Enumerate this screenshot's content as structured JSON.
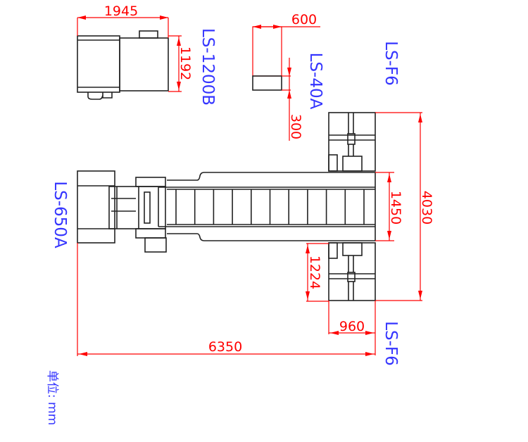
{
  "labels": {
    "machine_top_left": "LS-1200B",
    "machine_top_middle": "LS-40A",
    "machine_top_right": "LS-F6",
    "machine_left": "LS-650A",
    "machine_bottom_right": "LS-F6",
    "unit": "单位: mm"
  },
  "dimensions": {
    "ls1200b_width": "1945",
    "ls1200b_depth": "1192",
    "ls40a_width": "600",
    "ls40a_depth": "300",
    "conveyor_width": "1450",
    "overall_depth": "4030",
    "lsf6_depth": "1224",
    "lsf6_width": "960",
    "overall_length": "6350"
  },
  "colors": {
    "outline": "#222222",
    "dimension": "#ff0000",
    "label": "#3535ff"
  }
}
